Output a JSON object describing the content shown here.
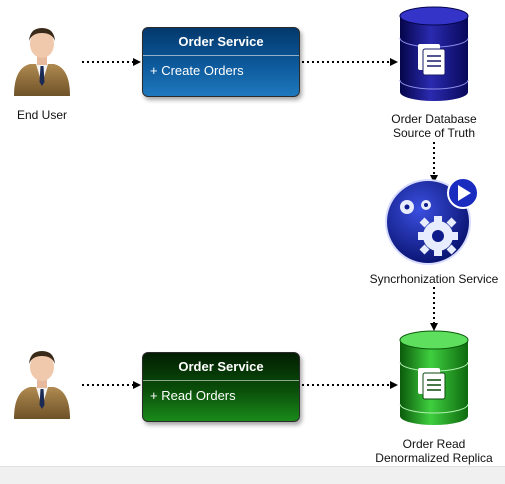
{
  "nodes": {
    "end_user_top": {
      "label": "End User"
    },
    "order_service_write": {
      "title": "Order Service",
      "member": "+ Create Orders"
    },
    "order_database": {
      "label_line1": "Order Database",
      "label_line2": "Source of Truth"
    },
    "sync_service": {
      "label": "Syncrhonization Service"
    },
    "order_service_read": {
      "title": "Order Service",
      "member": "+ Read Orders"
    },
    "order_read_replica": {
      "label_line1": "Order Read",
      "label_line2": "Denormalized Replica"
    }
  },
  "colors": {
    "write_box": "#0d5a9c",
    "read_box": "#0a4f0a",
    "source_db": "#1a1a8c",
    "replica_db": "#1f9a1f",
    "sync_gear": "#0f1f9a"
  },
  "icons": {
    "user": "person-icon",
    "database": "database-icon",
    "document": "document-icon",
    "gear": "gear-icon",
    "play": "play-icon"
  }
}
